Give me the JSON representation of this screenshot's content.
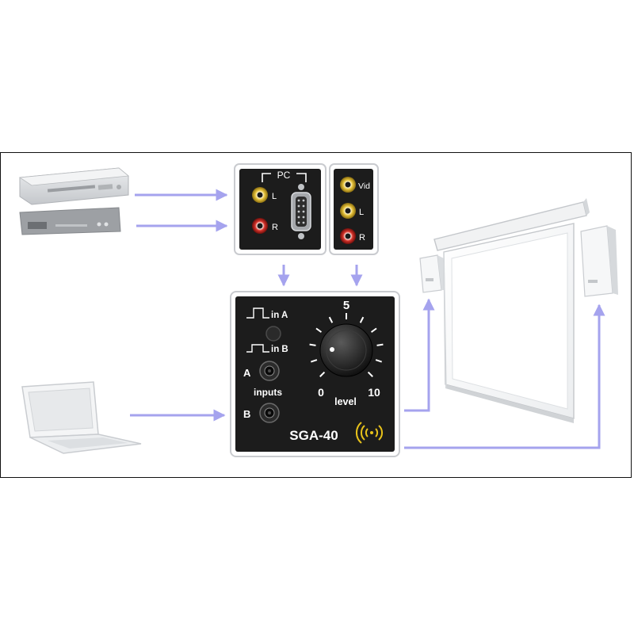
{
  "pc_panel": {
    "title": "PC",
    "left_label": "L",
    "right_label": "R"
  },
  "av_panel": {
    "video_label": "Vid",
    "left_label": "L",
    "right_label": "R"
  },
  "amp_panel": {
    "in_a_label": "in A",
    "in_b_label": "in B",
    "input_a_label": "A",
    "input_b_label": "B",
    "inputs_label": "inputs",
    "scale_min": "0",
    "scale_mid": "5",
    "scale_max": "10",
    "level_label": "level",
    "model": "SGA-40"
  },
  "colors": {
    "arrow": "#a5a3ee",
    "panel_bg": "#1c1c1c",
    "panel_text": "#ffffff",
    "logo": "#e8c21a",
    "frame": "#111111",
    "device_gray": "#cfd1d4"
  },
  "icons": [
    "dvd-player-icon",
    "set-top-box-icon",
    "laptop-icon",
    "speaker-icon",
    "projection-screen-icon",
    "vga-port-icon",
    "rca-jack-icon",
    "volume-knob-icon",
    "wireless-signal-logo-icon",
    "pulse-waveform-icon"
  ]
}
